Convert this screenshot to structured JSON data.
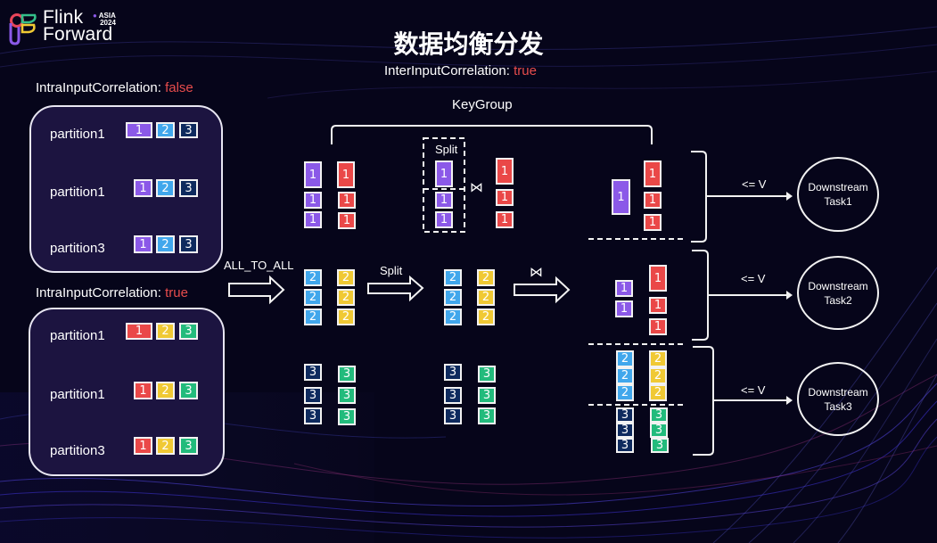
{
  "logo": {
    "name_line1": "Flink",
    "name_line2": "Forward",
    "badge_line1": "ASIA",
    "badge_line2": "2024"
  },
  "title": "数据均衡分发",
  "inter_input": {
    "label": "InterInputCorrelation:",
    "value": "true"
  },
  "keygroup_label": "KeyGroup",
  "intra_false": {
    "label": "IntraInputCorrelation:",
    "value": "false",
    "partitions": [
      {
        "name": "partition1",
        "cells": [
          "1",
          "2",
          "3"
        ]
      },
      {
        "name": "partition1",
        "cells": [
          "1",
          "2",
          "3"
        ]
      },
      {
        "name": "partition3",
        "cells": [
          "1",
          "2",
          "3"
        ]
      }
    ]
  },
  "intra_true": {
    "label": "IntraInputCorrelation:",
    "value": "true",
    "partitions": [
      {
        "name": "partition1",
        "cells": [
          "1",
          "2",
          "3"
        ]
      },
      {
        "name": "partition1",
        "cells": [
          "1",
          "2",
          "3"
        ]
      },
      {
        "name": "partition3",
        "cells": [
          "1",
          "2",
          "3"
        ]
      }
    ]
  },
  "arrows": {
    "all_to_all": "ALL_TO_ALL",
    "split": "Split",
    "split_box": "Split",
    "join_symbol": "⋈"
  },
  "key_values": {
    "k1": "1",
    "k2": "2",
    "k3": "3"
  },
  "outputs": [
    {
      "constraint": "<= V",
      "task_line1": "Downstream",
      "task_line2": "Task1"
    },
    {
      "constraint": "<= V",
      "task_line1": "Downstream",
      "task_line2": "Task2"
    },
    {
      "constraint": "<= V",
      "task_line1": "Downstream",
      "task_line2": "Task3"
    }
  ],
  "colors": {
    "purple": "#8b59e8",
    "blue": "#41a7ec",
    "navy": "#0e2a5e",
    "red": "#ea4848",
    "yellow": "#f0c934",
    "green": "#22bb7c",
    "accent_red_text": "#e74c4c",
    "background": "#06051a"
  }
}
